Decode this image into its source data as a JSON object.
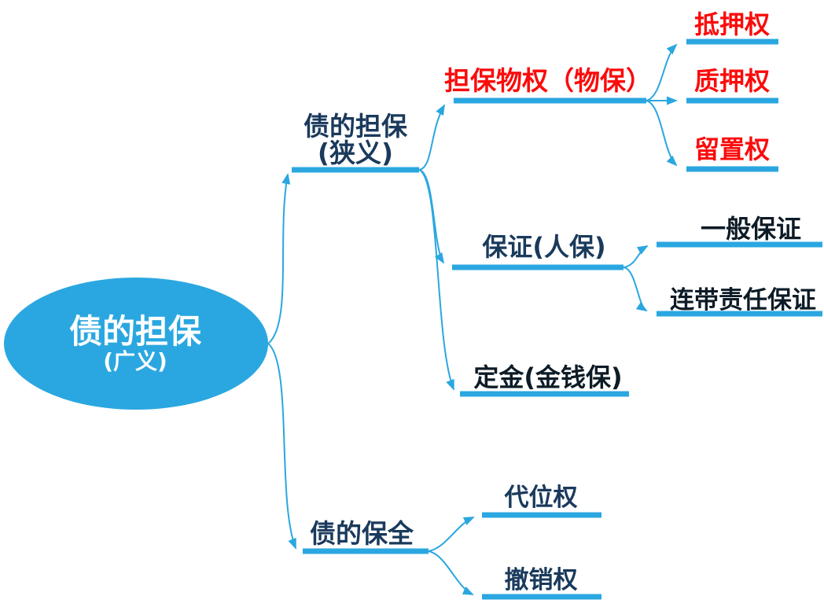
{
  "diagram": {
    "type": "mindmap",
    "direction": "left-to-right",
    "colors": {
      "blue": "#2AA7E0",
      "red": "#FB0B0B",
      "navy": "#1A3A5C",
      "dark": "#0D1B26",
      "white": "#FFFFFF"
    },
    "tree": {
      "label": "债的担保",
      "sublabel": "(广义)",
      "shape": "ellipse",
      "text_color": "white",
      "children": [
        {
          "label": "债的担保",
          "sublabel": "(狭义)",
          "text_color": "navy",
          "children": [
            {
              "label": "担保物权（物保）",
              "text_color": "red",
              "children": [
                {
                  "label": "抵押权",
                  "text_color": "red",
                  "children": []
                },
                {
                  "label": "质押权",
                  "text_color": "red",
                  "children": []
                },
                {
                  "label": "留置权",
                  "text_color": "red",
                  "children": []
                }
              ]
            },
            {
              "label": "保证(人保)",
              "text_color": "navy",
              "children": [
                {
                  "label": "一般保证",
                  "text_color": "dark",
                  "children": []
                },
                {
                  "label": "连带责任保证",
                  "text_color": "dark",
                  "children": []
                }
              ]
            },
            {
              "label": "定金(金钱保)",
              "text_color": "dark",
              "children": []
            }
          ]
        },
        {
          "label": "债的保全",
          "text_color": "navy",
          "children": [
            {
              "label": "代位权",
              "text_color": "navy",
              "children": []
            },
            {
              "label": "撤销权",
              "text_color": "navy",
              "children": []
            }
          ]
        }
      ]
    }
  }
}
